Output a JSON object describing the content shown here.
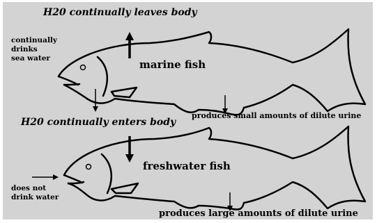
{
  "marine": {
    "title": "H20 continually leaves body",
    "fish_name": "marine fish",
    "drinks_line1": "continually",
    "drinks_line2": "drinks",
    "drinks_line3": "sea water",
    "urine": "produces small amounts of dilute urine"
  },
  "freshwater": {
    "title": "H20 continually enters body",
    "fish_name": "freshwater fish",
    "drinks_line1": "does not",
    "drinks_line2": "drink water",
    "urine": "produces large amounts of dilute urine"
  },
  "colors": {
    "background": "#d3d3d3",
    "ink": "#000000"
  }
}
